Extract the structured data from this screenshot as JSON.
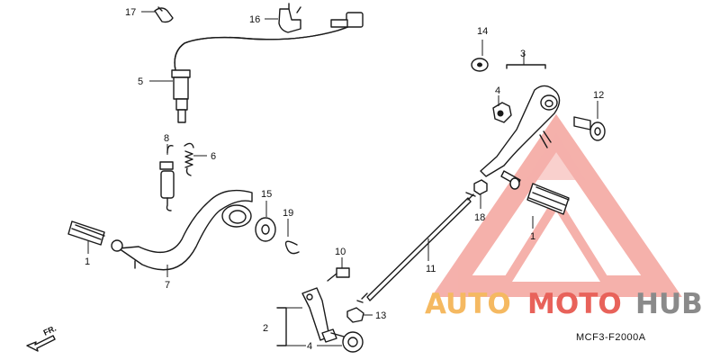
{
  "diagram_code": "MCF3-F2000A",
  "direction_label": "FR.",
  "callouts": {
    "c1a": "1",
    "c1b": "1",
    "c2": "2",
    "c3": "3",
    "c4a": "4",
    "c4b": "4",
    "c5": "5",
    "c6": "6",
    "c7": "7",
    "c8": "8",
    "c10": "10",
    "c11": "11",
    "c12": "12",
    "c13": "13",
    "c14": "14",
    "c15": "15",
    "c16": "16",
    "c17": "17",
    "c18": "18",
    "c19": "19"
  },
  "watermark": {
    "part_a": "AUTO",
    "part_b": "MOTO",
    "part_c": "HUB"
  },
  "colors": {
    "watermark_orange": "#f5b961",
    "watermark_red": "#e8625a",
    "watermark_gray": "#8a8a8a"
  }
}
